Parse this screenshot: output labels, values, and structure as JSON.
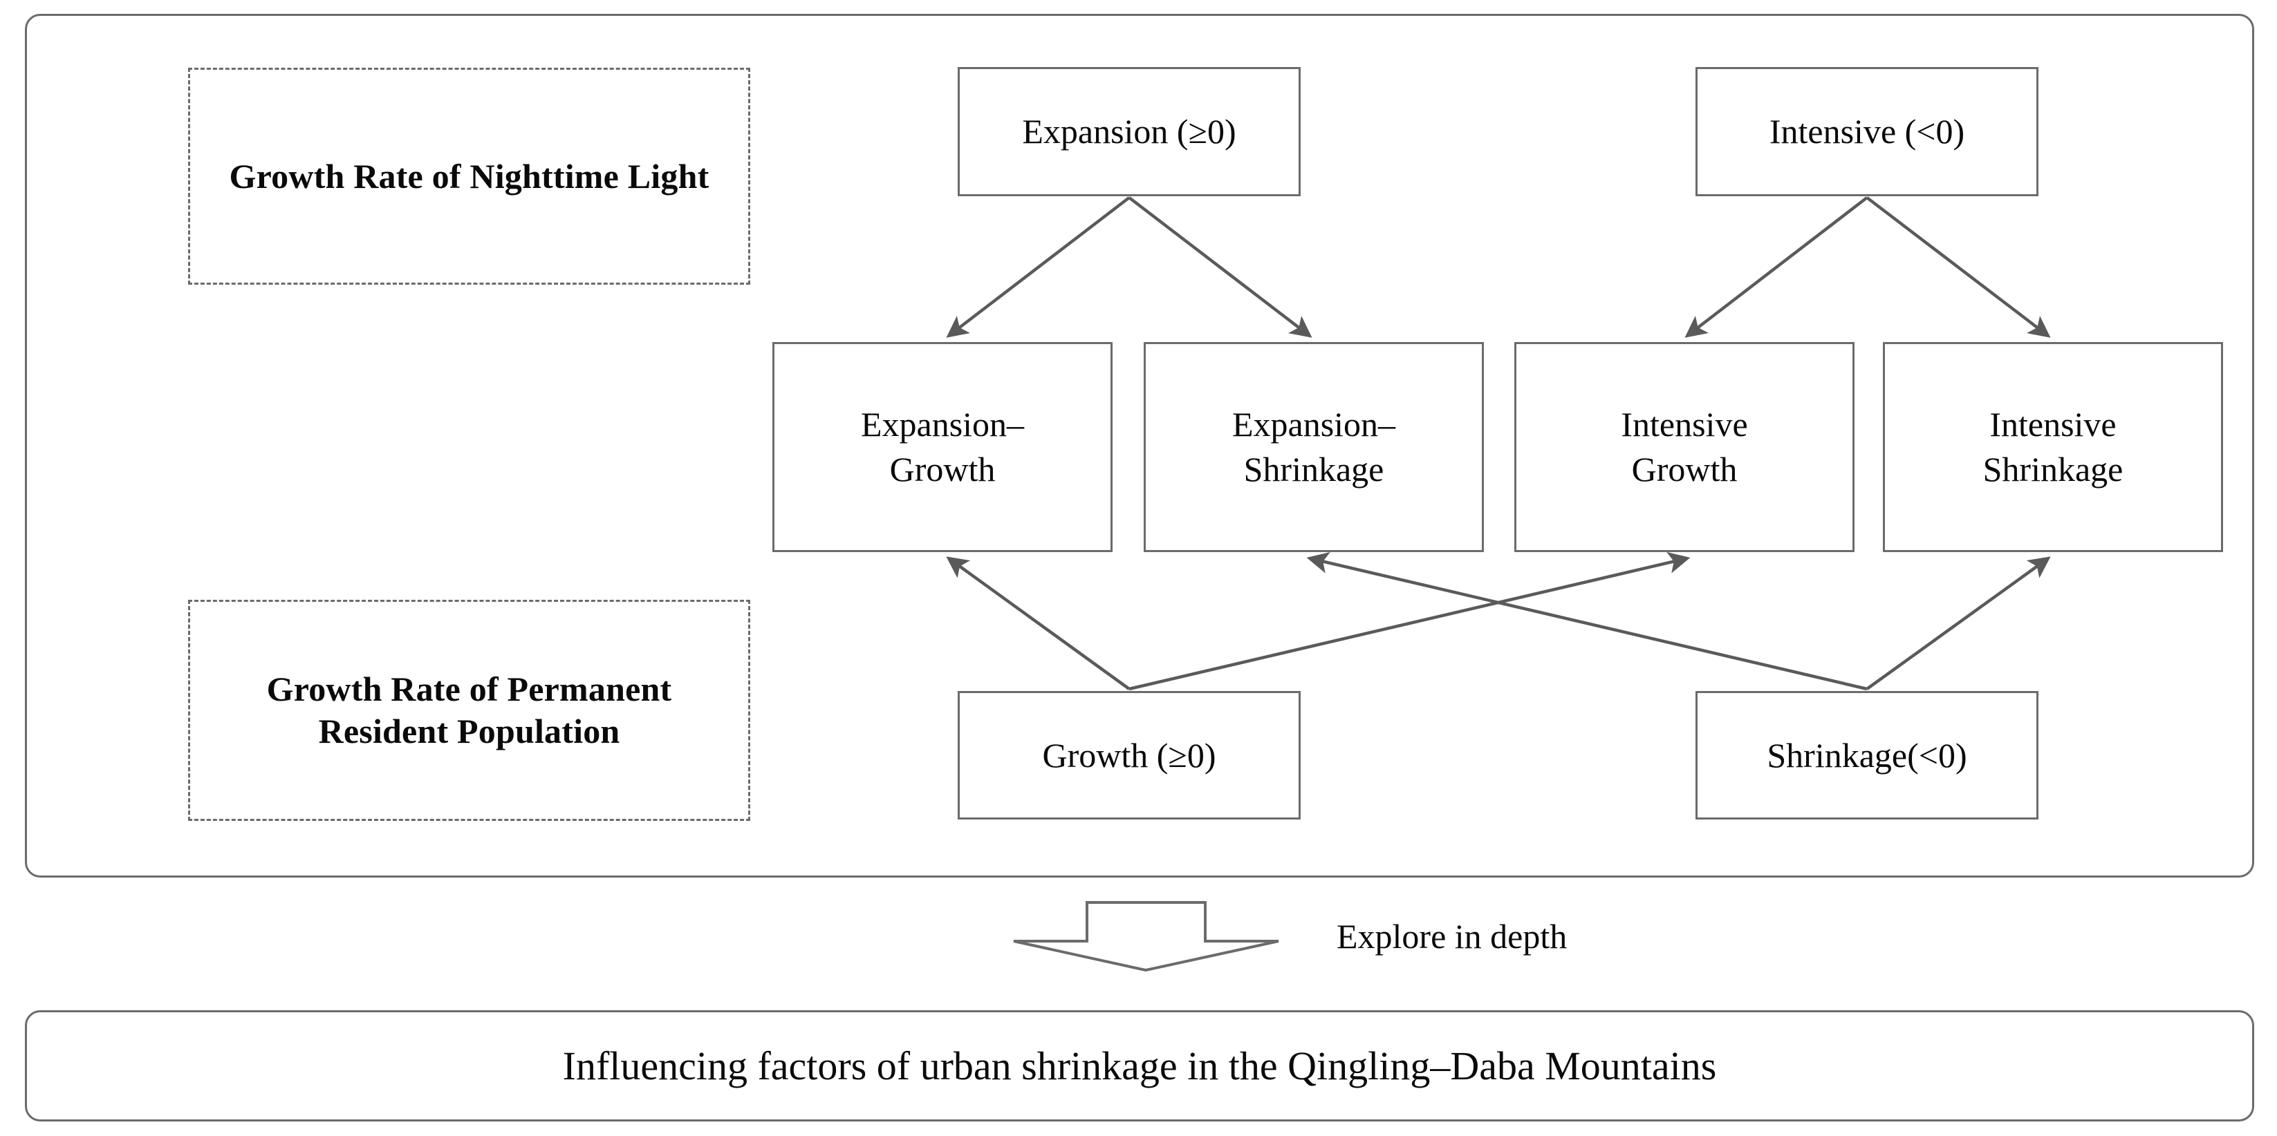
{
  "diagram": {
    "legend": {
      "nightlight": "Growth Rate of\nNighttime Light",
      "population": "Growth Rate of\nPermanent Resident\nPopulation"
    },
    "tier_nightlight": [
      {
        "id": "expansion",
        "label": "Expansion (≥0)"
      },
      {
        "id": "intensive",
        "label": "Intensive (<0)"
      }
    ],
    "tier_quadrants": [
      {
        "id": "expansion-growth",
        "label": "Expansion–\nGrowth"
      },
      {
        "id": "expansion-shrinkage",
        "label": "Expansion–\nShrinkage"
      },
      {
        "id": "intensive-growth",
        "label": "Intensive\nGrowth"
      },
      {
        "id": "intensive-shrinkage",
        "label": "Intensive\nShrinkage"
      }
    ],
    "tier_population": [
      {
        "id": "growth",
        "label": "Growth  (≥0)"
      },
      {
        "id": "shrinkage",
        "label": "Shrinkage(<0)"
      }
    ],
    "connector": {
      "label": "Explore in depth",
      "icon": "down-arrow-icon"
    },
    "outcome": {
      "title": "Influencing factors of urban shrinkage in the Qingling–Daba Mountains"
    },
    "colors": {
      "stroke": "#6b6b6b",
      "arrow": "#5a5a5a",
      "text": "#0a0a0a",
      "background": "#ffffff"
    }
  }
}
